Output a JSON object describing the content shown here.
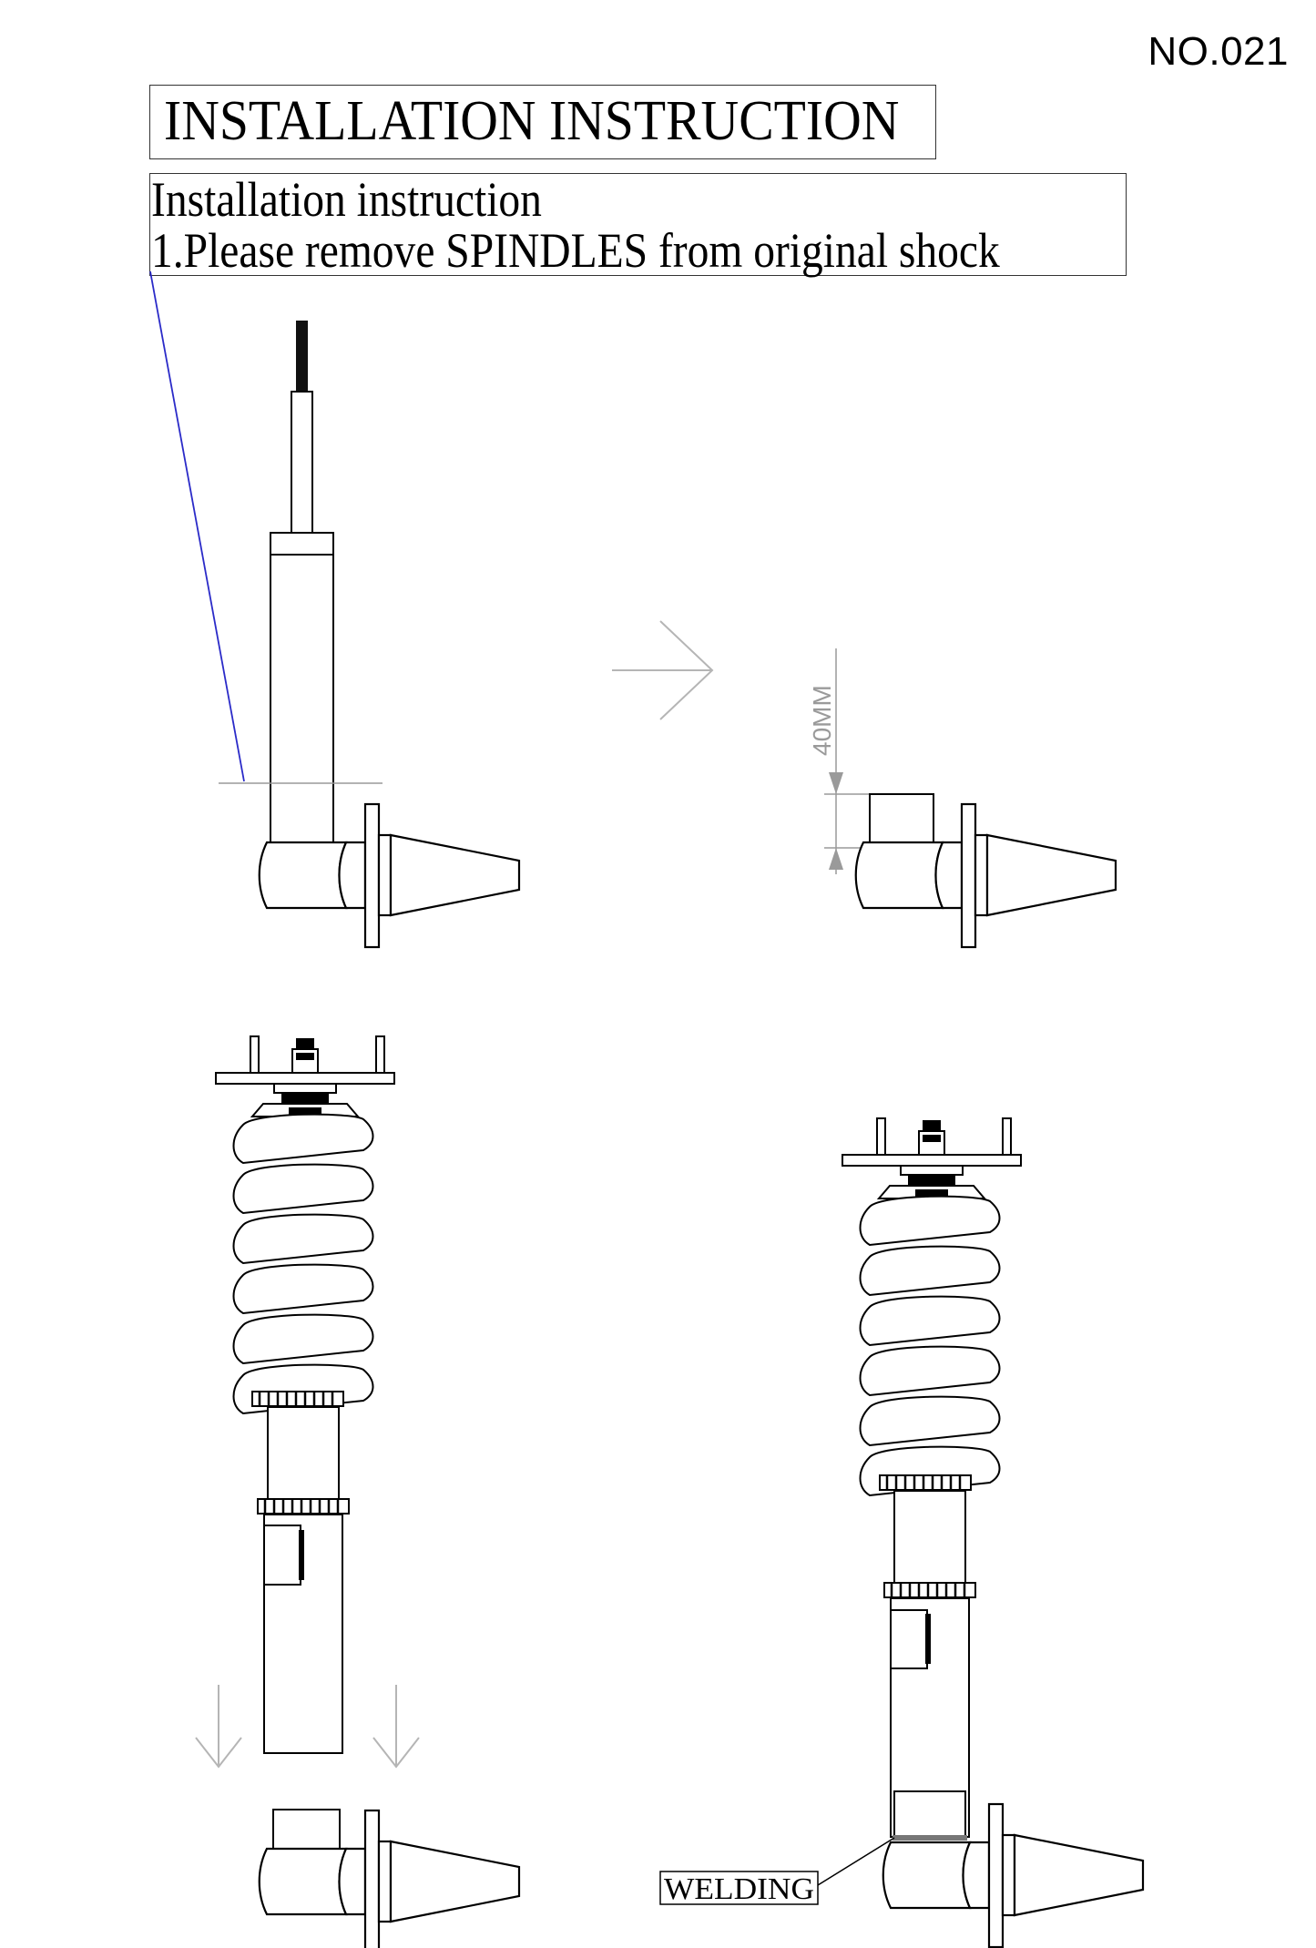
{
  "header": {
    "doc_number": "NO.021",
    "title": "INSTALLATION INSTRUCTION"
  },
  "instructions": {
    "heading": "Installation instruction",
    "step_1": "1.Please remove SPINDLES from original shock"
  },
  "labels": {
    "dimension": "40MM",
    "welding": "WELDING"
  },
  "colors": {
    "line": "#000000",
    "guide_blue": "#2b2bc8",
    "arrow_gray": "#b5b5b5"
  }
}
